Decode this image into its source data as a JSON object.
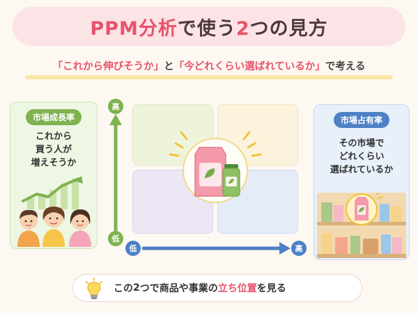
{
  "title": {
    "prefix": "PPM分析",
    "middle": "で使う",
    "num": "2",
    "suffix": "つの見方"
  },
  "subtitle": {
    "q1": "「これから伸びそうか」",
    "and": "と",
    "q2": "「今どれくらい選ばれているか」",
    "end": "で考える"
  },
  "left_card": {
    "badge": "市場成長率",
    "line1": "これから",
    "line2": "買う人が",
    "line3": "増えそうか"
  },
  "right_card": {
    "badge": "市場占有率",
    "line1": "その市場で",
    "line2": "どれくらい",
    "line3": "選ばれているか"
  },
  "axes": {
    "y_high": "高",
    "y_low": "低",
    "x_low": "低",
    "x_high": "高"
  },
  "bottom": {
    "a": "この",
    "num": "2",
    "b": "つで商品や事業の",
    "hl": "立ち位置",
    "c": "を見る"
  },
  "colors": {
    "accent": "#e8536a",
    "green": "#7fb24f",
    "blue": "#4d80c6",
    "bg": "#fdf8f1"
  }
}
